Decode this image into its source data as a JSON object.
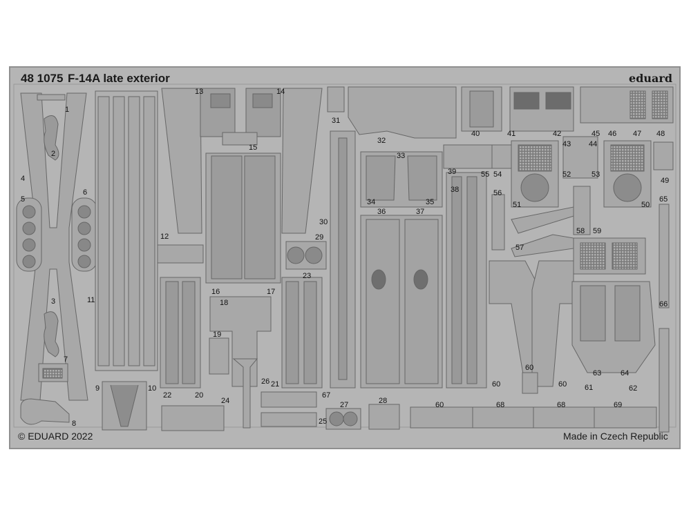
{
  "header": {
    "code": "48 1075",
    "title": "F-14A late exterior",
    "brand": "eduard"
  },
  "footer": {
    "copyright": "© EDUARD 2022",
    "made_in": "Made in Czech Republic"
  },
  "colors": {
    "fret": "#b5b5b5",
    "frame": "#8f8f8f",
    "part": "#a8a8a8",
    "part_dark": "#7e7e7e",
    "outline": "#666666"
  },
  "part_numbers": [
    "1",
    "2",
    "3",
    "4",
    "5",
    "6",
    "7",
    "8",
    "9",
    "10",
    "11",
    "12",
    "13",
    "14",
    "15",
    "16",
    "17",
    "18",
    "19",
    "20",
    "21",
    "22",
    "23",
    "24",
    "25",
    "26",
    "27",
    "28",
    "29",
    "30",
    "31",
    "32",
    "33",
    "34",
    "35",
    "36",
    "37",
    "38",
    "39",
    "40",
    "41",
    "42",
    "43",
    "44",
    "45",
    "46",
    "47",
    "48",
    "49",
    "50",
    "51",
    "52",
    "53",
    "54",
    "55",
    "56",
    "57",
    "58",
    "59",
    "60",
    "60",
    "60",
    "60",
    "61",
    "62",
    "63",
    "64",
    "65",
    "66",
    "67",
    "68",
    "68",
    "69"
  ]
}
